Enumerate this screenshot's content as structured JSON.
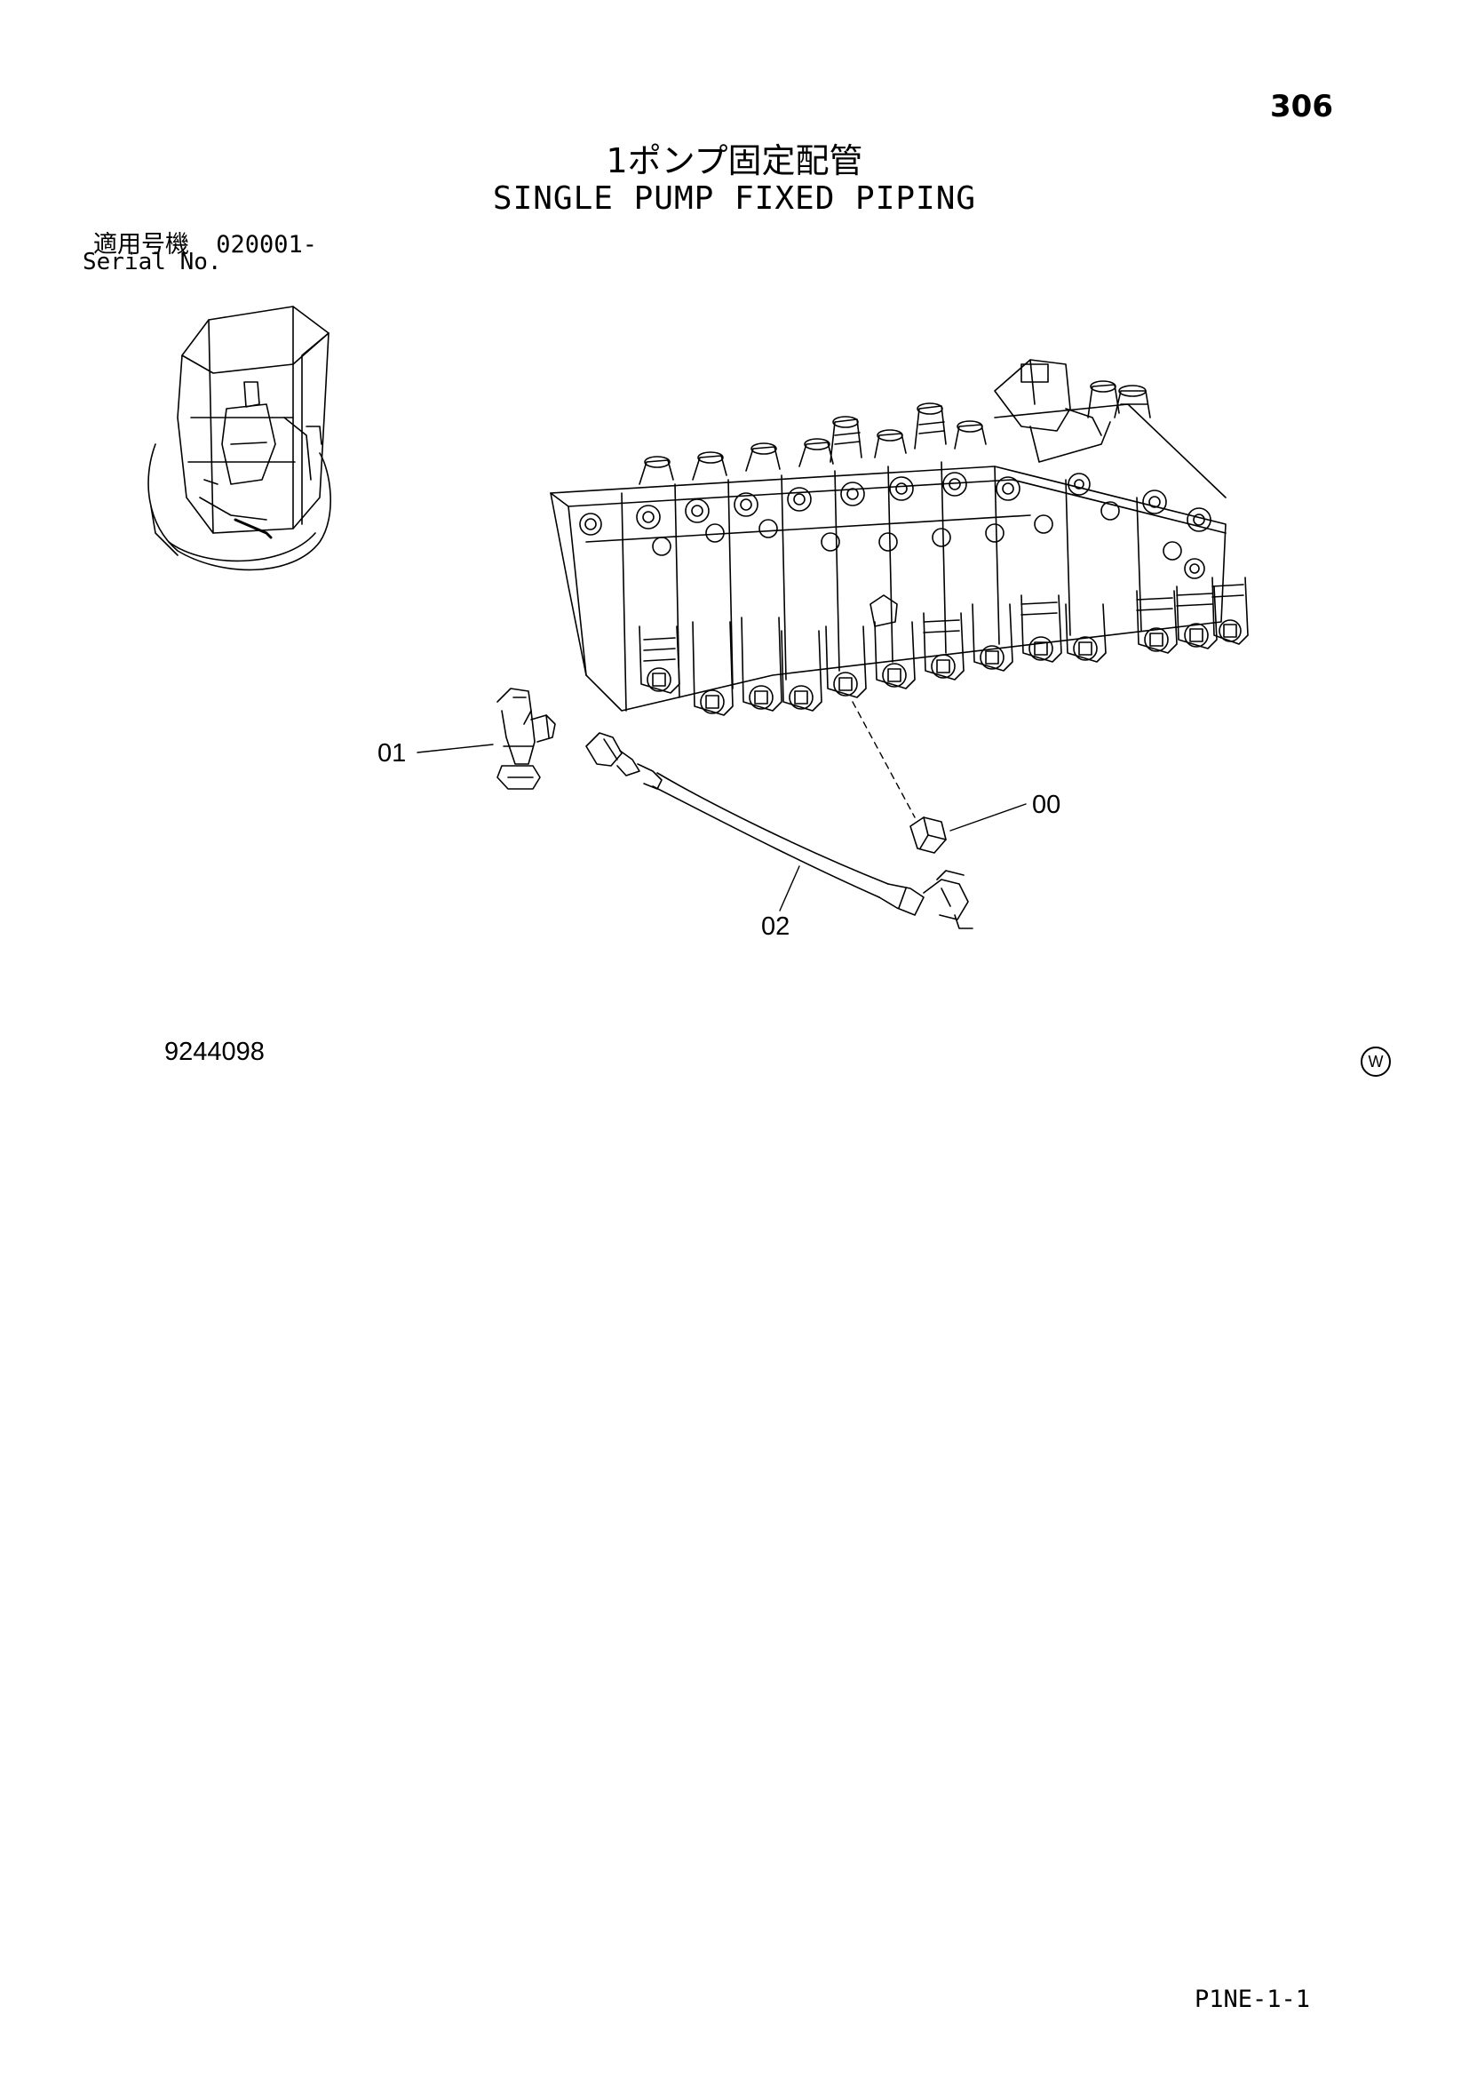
{
  "header": {
    "page_number": "306",
    "title_jp": "1ポンプ固定配管",
    "title_en": "SINGLE PUMP FIXED PIPING"
  },
  "serial": {
    "label_jp": "適用号機",
    "value": "020001-",
    "label_en": "Serial No."
  },
  "callouts": [
    {
      "id": "01",
      "label": "01"
    },
    {
      "id": "00",
      "label": "00"
    },
    {
      "id": "02",
      "label": "02"
    }
  ],
  "footer": {
    "drawing_number": "9244098",
    "w_mark": "W",
    "page_code": "P1NE-1-1"
  }
}
